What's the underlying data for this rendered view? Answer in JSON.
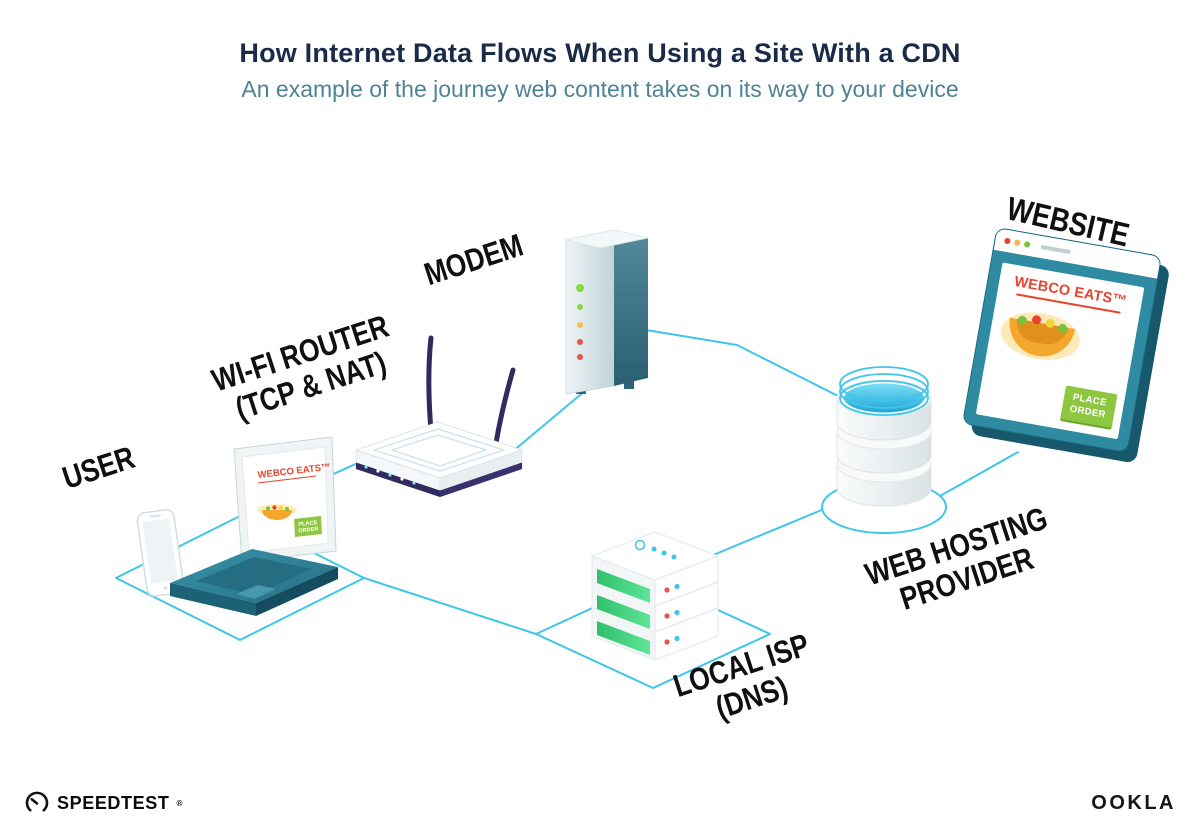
{
  "header": {
    "title": "How Internet Data Flows When Using a Site With a CDN",
    "subtitle": "An example of the journey web content takes on its way to your device"
  },
  "diagram": {
    "labels": {
      "user": "USER",
      "router_line1": "WI-FI ROUTER",
      "router_line2": "(TCP & NAT)",
      "modem": "MODEM",
      "isp_line1": "LOCAL ISP",
      "isp_line2": "(DNS)",
      "hosting_line1": "WEB HOSTING",
      "hosting_line2": "PROVIDER",
      "website": "WEBSITE"
    },
    "laptop_screen": {
      "brand": "WEBCO EATS™",
      "button_line1": "PLACE",
      "button_line2": "ORDER"
    },
    "website_window": {
      "brand": "WEBCO EATS™",
      "button_line1": "PLACE",
      "button_line2": "ORDER"
    }
  },
  "footer": {
    "speedtest": "SPEEDTEST",
    "speedtest_mark": "®",
    "ookla": "OOKLA"
  },
  "colors": {
    "connection_line": "#3EC6EA",
    "title_text": "#1A2B49",
    "subtitle_text": "#4E8396",
    "label_text": "#101010",
    "brand_red": "#E8432D",
    "button_green": "#8DC63F",
    "teal": "#2E8BA1",
    "router_accent": "#312A5E"
  }
}
